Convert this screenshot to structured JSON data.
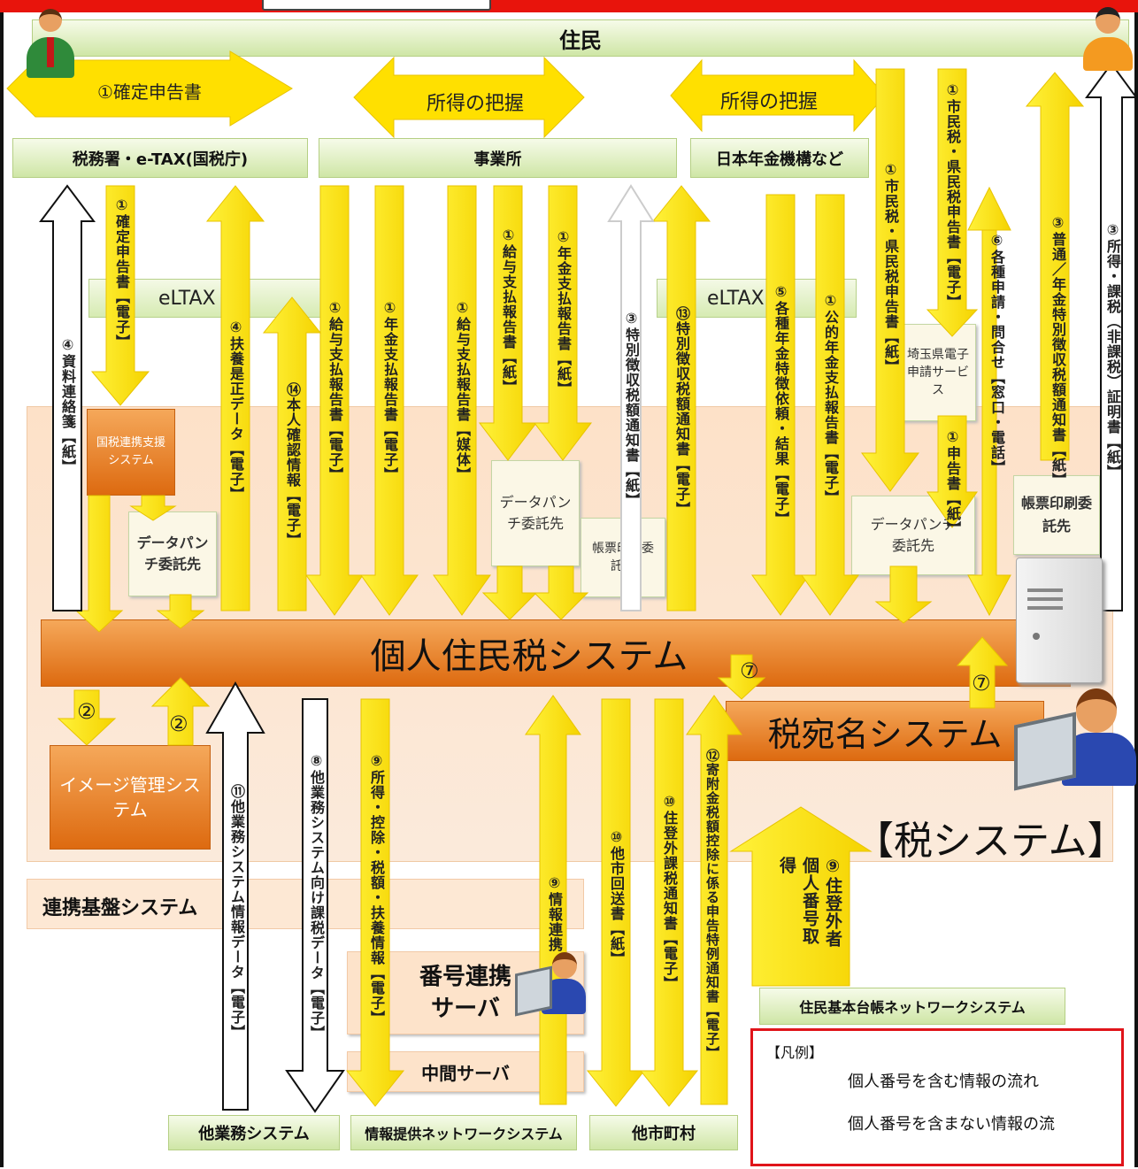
{
  "title": "住民",
  "tax_system_label": "【税システム】",
  "boxes": {
    "zeimusho": "税務署・e-TAX(国税庁)",
    "jigyosho": "事業所",
    "nenkin": "日本年金機構など",
    "eltax1": "eLTAX",
    "eltax2": "eLTAX",
    "kokuzei": "国税連携支援システム",
    "punch1": "データパンチ委託先",
    "punch2": "データパンチ委託先",
    "punch3": "データパンチ委託先",
    "print1": "帳票印刷委託先",
    "print2": "帳票印刷委託先",
    "saitama": "埼玉県電子申請サービス",
    "kojin": "個人住民税システム",
    "zeiatena": "税宛名システム",
    "image": "イメージ管理システム",
    "renkei": "連携基盤システム",
    "bango": "番号連携サーバ",
    "chukan": "中間サーバ",
    "jukinet": "住民基本台帳ネットワークシステム",
    "tagyomu": "他業務システム",
    "johoteikyo": "情報提供ネットワークシステム",
    "tashi": "他市町村"
  },
  "horizontal": {
    "kakutei": "①確定申告書",
    "shotoku1": "所得の把握",
    "shotoku2": "所得の把握"
  },
  "flows": {
    "f1": "①確定申告書【電子】",
    "f2": "④資料連絡箋【紙】",
    "f3": "④扶養是正データ【電子】",
    "f4": "⑭本人確認情報【電子】",
    "f5": "①給与支払報告書【電子】",
    "f6": "①年金支払報告書【電子】",
    "f7": "①給与支払報告書【媒体】",
    "f8": "①給与支払報告書【紙】",
    "f9": "①年金支払報告書【紙】",
    "f10": "③特別徴収税額通知書【紙】",
    "f11": "⑬特別徴収税額通知書【電子】",
    "f12": "⑤各種年金特徴依頼・結果【電子】",
    "f13": "①公的年金支払報告書【電子】",
    "f14": "①市民税・県民税申告書【紙】",
    "f15": "①市民税・県民税申告書【電子】",
    "f16": "①申告書【紙】",
    "f17": "⑥各種申請・問合せ【窓口・電話】",
    "f18": "③普通／年金特別徴収税額通知書【紙】",
    "f19": "③所得・課税（非課税）証明書【紙】",
    "f20": "⑪他業務システム情報データ【電子】",
    "f21": "⑧他業務システム向け課税データ【電子】",
    "f22": "⑨所得・控除・税額・扶養情報【電子】",
    "f23": "⑨情報連携",
    "f24": "⑩他市回送書【紙】",
    "f25": "⑩住登外課税通知書【電子】",
    "f26": "⑫寄附金税額控除に係る申告特例通知書【電子】",
    "f27": "⑨住登外者個人番号取得"
  },
  "markers": {
    "m2a": "②",
    "m2b": "②",
    "m7a": "⑦",
    "m7b": "⑦"
  },
  "legend": {
    "title": "【凡例】",
    "item1": "個人番号を含む情報の流れ",
    "item2": "個人番号を含まない情報の流"
  }
}
